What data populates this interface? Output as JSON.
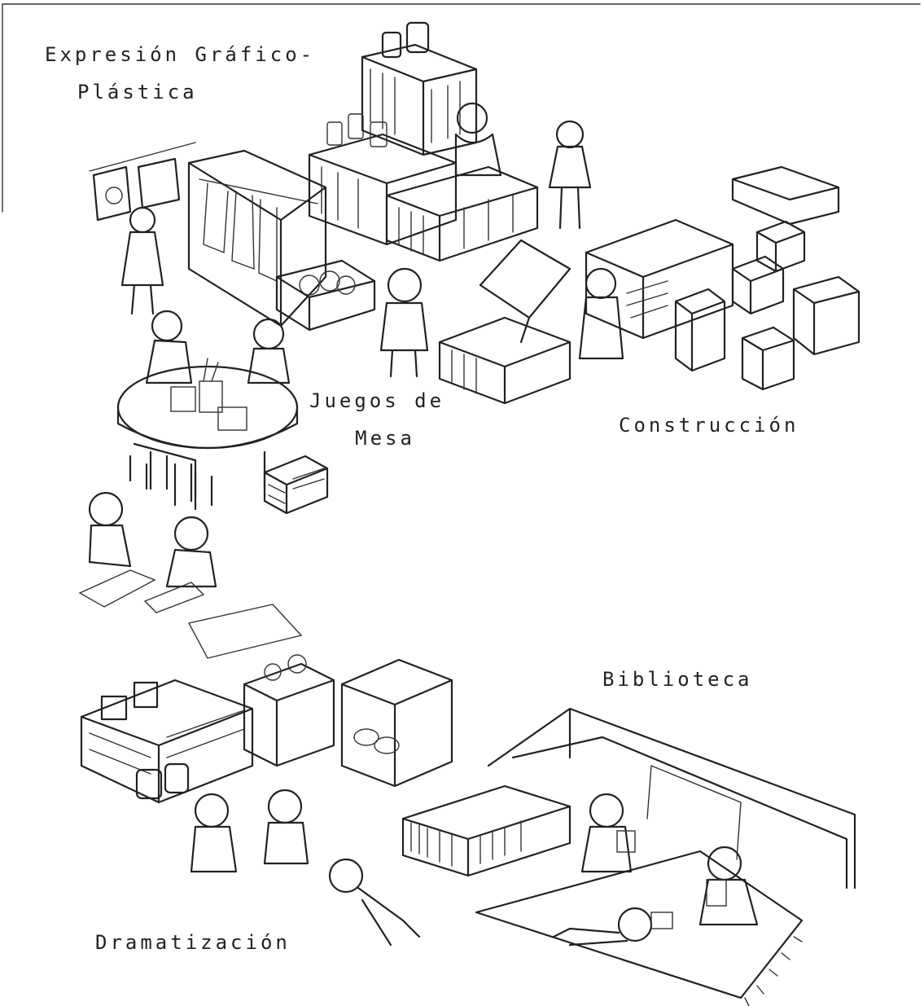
{
  "labels": {
    "expresion_line1": "Expresión Gráfico-",
    "expresion_line2": "Plástica",
    "juegos_line1": "Juegos de",
    "juegos_line2": "Mesa",
    "construccion": "Construcción",
    "biblioteca": "Biblioteca",
    "dramatizacion": "Dramatización"
  },
  "colors": {
    "ink": "#222222",
    "paper": "#ffffff"
  },
  "icons": [
    "clothes-rack-icon",
    "round-table-icon",
    "chair-icon",
    "shelf-crate-icon",
    "jar-icon",
    "cardboard-box-icon",
    "child-figure-icon",
    "book-icon",
    "rug-icon",
    "wall-cushion-icon"
  ]
}
